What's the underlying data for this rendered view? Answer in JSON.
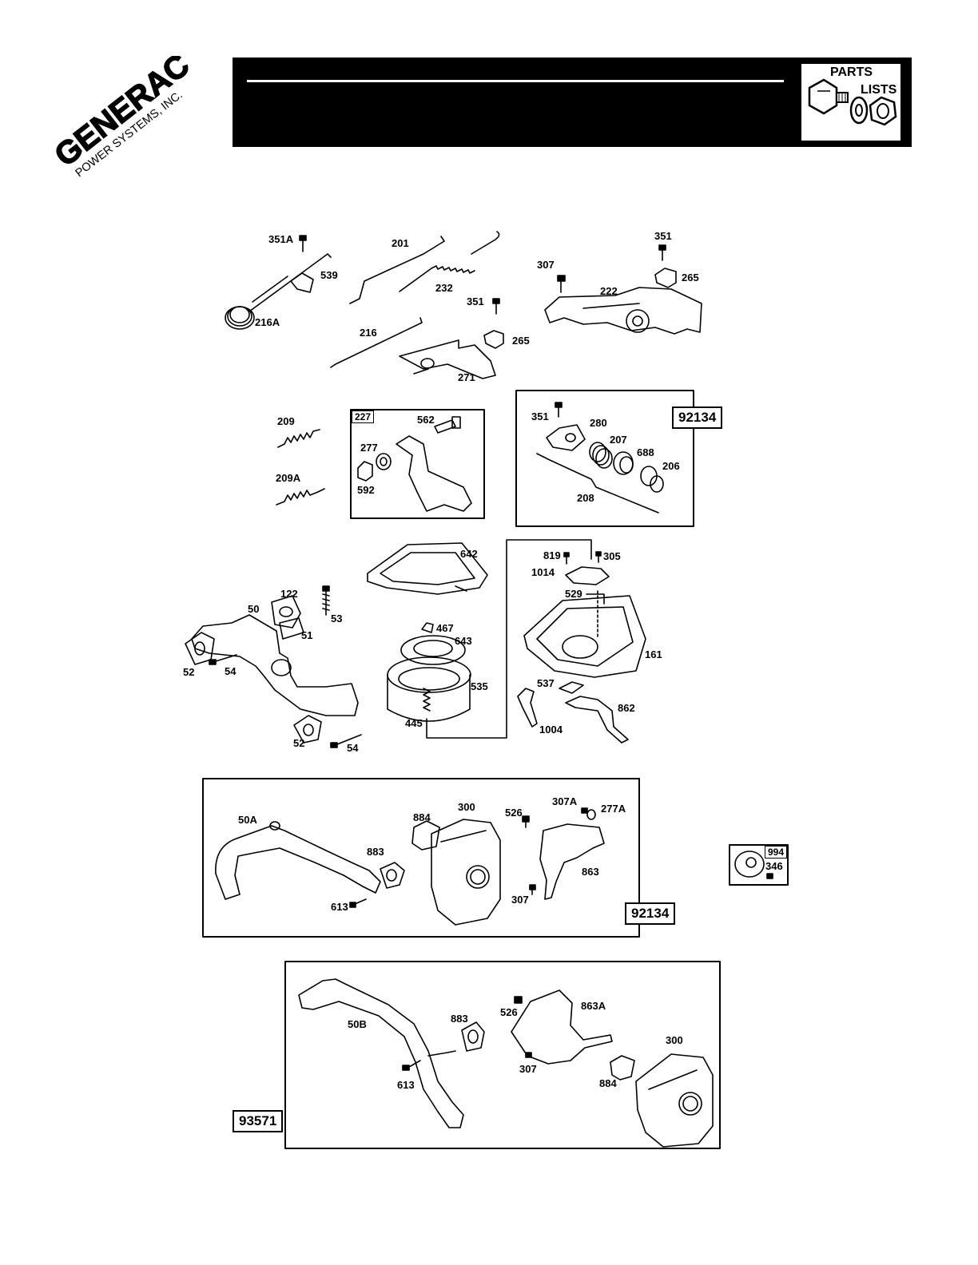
{
  "brand": {
    "name": "GENERAC",
    "tagline": "POWER SYSTEMS, INC."
  },
  "header": {
    "icon_text_1": "PARTS",
    "icon_text_2": "LISTS"
  },
  "callouts": {
    "c351A": "351A",
    "c539": "539",
    "c216A": "216A",
    "c201": "201",
    "c232": "232",
    "c351a": "351",
    "c216": "216",
    "c265a": "265",
    "c271": "271",
    "c307a": "307",
    "c351b": "351",
    "c265b": "265",
    "c222": "222",
    "c209": "209",
    "c209A": "209A",
    "c227": "227",
    "c562": "562",
    "c277": "277",
    "c592": "592",
    "c92134a": "92134",
    "c351c": "351",
    "c280": "280",
    "c207": "207",
    "c688": "688",
    "c206": "206",
    "c208": "208",
    "c642": "642",
    "c467": "467",
    "c643": "643",
    "c535": "535",
    "c445": "445",
    "c122": "122",
    "c50": "50",
    "c53": "53",
    "c51": "51",
    "c52a": "52",
    "c54a": "54",
    "c52b": "52",
    "c54b": "54",
    "c819": "819",
    "c305": "305",
    "c1014": "1014",
    "c529": "529",
    "c161": "161",
    "c537": "537",
    "c862": "862",
    "c1004": "1004",
    "c50A": "50A",
    "c884a": "884",
    "c300a": "300",
    "c526a": "526",
    "c307A": "307A",
    "c277A": "277A",
    "c883a": "883",
    "c863": "863",
    "c613a": "613",
    "c307b": "307",
    "c92134b": "92134",
    "c994": "994",
    "c346": "346",
    "c50B": "50B",
    "c883b": "883",
    "c526b": "526",
    "c863A": "863A",
    "c307c": "307",
    "c613b": "613",
    "c300b": "300",
    "c884b": "884",
    "c93571": "93571"
  }
}
